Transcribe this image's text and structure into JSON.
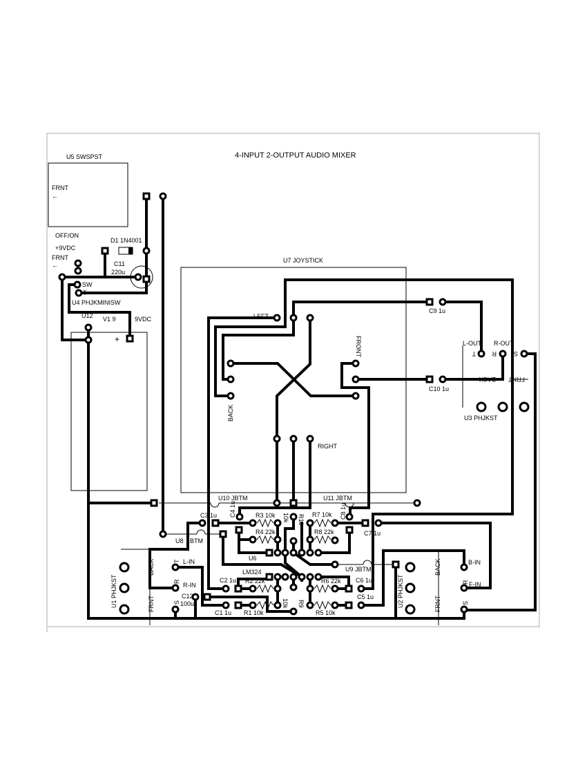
{
  "title": "4-INPUT 2-OUTPUT AUDIO MIXER",
  "power": {
    "u5": "U5 SWSPST",
    "frnt1": "FRNT",
    "offon": "OFF/ON",
    "v9dc": "+9VDC",
    "frnt2": "FRNT",
    "d1": "D1 1N4001",
    "c11": "C11",
    "c11v": "220u",
    "sw": "SW",
    "t": "T",
    "u4": "U4 PHJKMINISW",
    "u12": "U12",
    "v1": "V1 9",
    "vdc": "9VDC",
    "plus": "+"
  },
  "joystick": {
    "name": "U7 JOYSTICK",
    "left": "LEFT",
    "front": "FRONT",
    "back": "BACK",
    "right": "RIGHT"
  },
  "output": {
    "c9": "C9 1u",
    "c10": "C10 1u",
    "lout": "L-OUT",
    "rout": "R-OUT",
    "t": "T",
    "r": "R",
    "s": "S",
    "back": "BACK",
    "frnt": "FRNT",
    "u3": "U3  PHJKST"
  },
  "jumpers": {
    "u10": "U10 JBTM",
    "u11": "U11 JBTM",
    "u8a": "U8",
    "u8b": "BTM",
    "u9": "U9 JBTM"
  },
  "mixer": {
    "c3": "C3 1u",
    "c4": "C4 1u",
    "r3": "R3 10k",
    "r4": "R4 22k",
    "r10v": "10k",
    "r10": "R10",
    "r7": "R7 10k",
    "r8": "R8 22k",
    "c8": "C8 1u",
    "c7": "C7 1u",
    "u6": "U6",
    "lm324": "LM324",
    "c2": "C2 1u",
    "r2": "R2 22k",
    "r6": "R6 22k",
    "c6": "C6 1u",
    "c5": "C5 1u",
    "c1": "C1 1u",
    "r1": "R1 10k",
    "r9": "R9",
    "r9v": "10k",
    "r5": "R5  10k"
  },
  "input_left": {
    "lin": "L-IN",
    "rin": "R-IN",
    "t": "T",
    "r": "R",
    "s": "S",
    "c12": "C12",
    "c12v": "100u",
    "u1": "U1  PHJKST",
    "back": "BACK",
    "frnt": "FRNT"
  },
  "input_right": {
    "bin": "B-IN",
    "fin": "F-IN",
    "r": "R",
    "s": "S",
    "u2": "U2  PHJKST",
    "back": "BACK",
    "frnt": "FRNT"
  }
}
